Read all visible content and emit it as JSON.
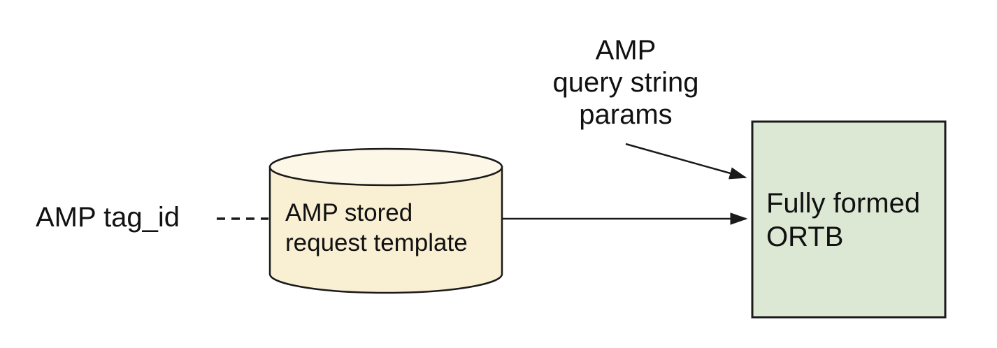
{
  "labels": {
    "tag_id": {
      "text": "AMP tag_id"
    },
    "query_params": {
      "line1": "AMP",
      "line2": "query string",
      "line3": "params"
    },
    "stored_request": {
      "line1": "AMP stored",
      "line2": "request template"
    },
    "ortb": {
      "line1": "Fully formed",
      "line2": "ORTB"
    }
  },
  "colors": {
    "cylinder_body_fill": "#F9EFD2",
    "cylinder_top_fill": "#FDF7E7",
    "ortb_box_fill": "#DCE8D4",
    "stroke": "#1A1A1A",
    "text": "#111111",
    "background": "#FFFFFF"
  }
}
